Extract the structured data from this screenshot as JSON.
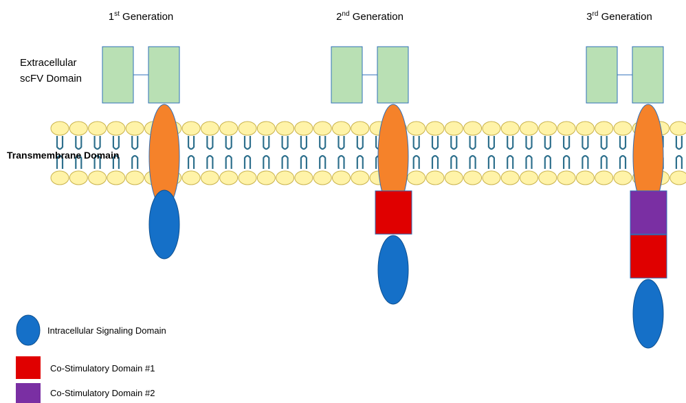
{
  "generations": [
    {
      "number": "1",
      "suffix": "st",
      "word": "Generation",
      "costim": []
    },
    {
      "number": "2",
      "suffix": "nd",
      "word": "Generation",
      "costim": [
        "costim1"
      ]
    },
    {
      "number": "3",
      "suffix": "rd",
      "word": "Generation",
      "costim": [
        "costim2",
        "costim1"
      ]
    }
  ],
  "labels": {
    "extracellular_line1": "Extracellular",
    "extracellular_line2": "scFV Domain",
    "transmembrane": "Transmembrane Domain"
  },
  "legend": {
    "signaling": "Intracellular Signaling Domain",
    "costim1": "Co-Stimulatory Domain #1",
    "costim2": "Co-Stimulatory Domain #2"
  },
  "colors": {
    "scfv_fill": "#b9e0b4",
    "scfv_stroke": "#2e6fb8",
    "transmembrane": "#f5822a",
    "signaling": "#1570c8",
    "costim1": "#e00000",
    "costim2": "#7a2fa3",
    "lipid_head": "#fff3a8",
    "lipid_head_stroke": "#c9b24a",
    "lipid_tail": "#2d6f8c"
  }
}
